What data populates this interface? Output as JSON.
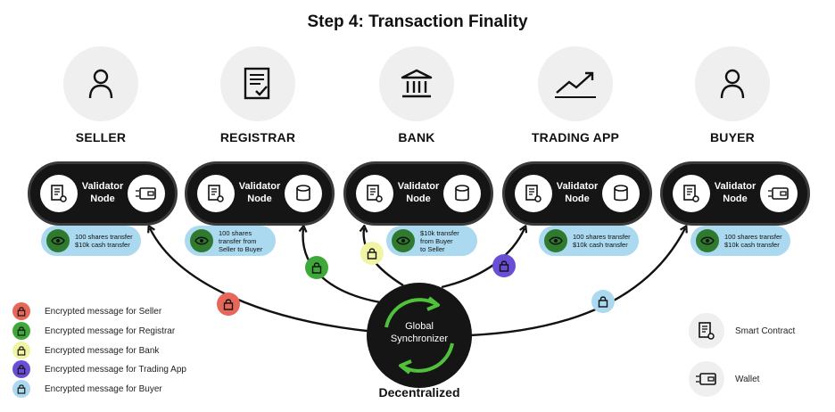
{
  "title": "Step 4: Transaction Finality",
  "parties": [
    {
      "name": "SELLER",
      "icon": "person-icon",
      "node_label": "Validator Node",
      "node_right_icon": "wallet-icon",
      "message": [
        "100 shares transfer",
        "$10k cash transfer"
      ]
    },
    {
      "name": "REGISTRAR",
      "icon": "document-check-icon",
      "node_label": "Validator Node",
      "node_right_icon": "database-icon",
      "message": [
        "100 shares",
        "transfer from",
        "Seller to Buyer"
      ]
    },
    {
      "name": "BANK",
      "icon": "bank-icon",
      "node_label": "Validator Node",
      "node_right_icon": "database-icon",
      "message": [
        "$10k transfer",
        "from Buyer",
        "to Seller"
      ]
    },
    {
      "name": "TRADING APP",
      "icon": "trend-chart-icon",
      "node_label": "Validator Node",
      "node_right_icon": "database-icon",
      "message": [
        "100 shares transfer",
        "$10k cash transfer"
      ]
    },
    {
      "name": "BUYER",
      "icon": "person-icon",
      "node_label": "Validator Node",
      "node_right_icon": "wallet-icon",
      "message": [
        "100 shares transfer",
        "$10k cash transfer"
      ]
    }
  ],
  "hub": {
    "line1": "Global",
    "line2": "Synchronizer",
    "caption": "Decentralized"
  },
  "legend": [
    {
      "label": "Encrypted message for Seller",
      "color": "#e8675b"
    },
    {
      "label": "Encrypted message for Registrar",
      "color": "#3fa83a"
    },
    {
      "label": "Encrypted message for Bank",
      "color": "#f1f4a2"
    },
    {
      "label": "Encrypted message for Trading App",
      "color": "#6a4fd6"
    },
    {
      "label": "Encrypted message for Buyer",
      "color": "#aad9f0"
    }
  ],
  "key": [
    {
      "label": "Smart Contract",
      "icon": "smart-contract-icon"
    },
    {
      "label": "Wallet",
      "icon": "wallet-icon"
    }
  ],
  "colors": {
    "node_bg": "#151515",
    "pill_bg": "#aad9f0",
    "eye_bg": "#2f7a2f",
    "sync_green": "#4fc23a"
  }
}
